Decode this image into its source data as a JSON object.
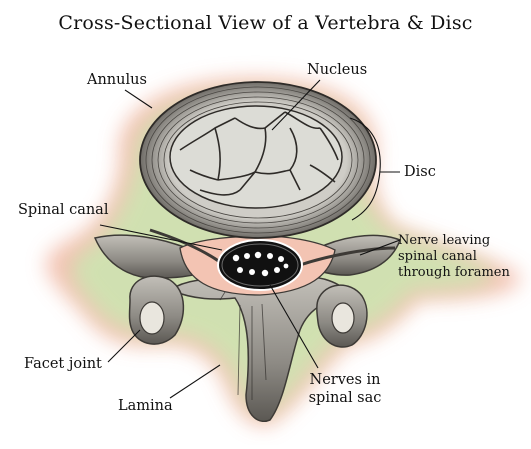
{
  "title": "Cross-Sectional View of a Vertebra & Disc",
  "labels": {
    "annulus": "Annulus",
    "nucleus": "Nucleus",
    "disc": "Disc",
    "spinal_canal": "Spinal canal",
    "nerve_leaving": [
      "Nerve leaving",
      "spinal canal",
      "through foramen"
    ],
    "facet_joint": "Facet joint",
    "lamina": "Lamina",
    "nerves_in_sac": [
      "Nerves in",
      "spinal sac"
    ]
  },
  "colors": {
    "outer_halo": "#f2b8a6",
    "inner_halo": "#cde4b1",
    "bone": "#a8a59f",
    "bone_dark": "#3d3a36",
    "disc_ring": "#9b9892",
    "nucleus": "#dcdcd6",
    "canal": "#f3c4b3",
    "sac": "#111111"
  }
}
